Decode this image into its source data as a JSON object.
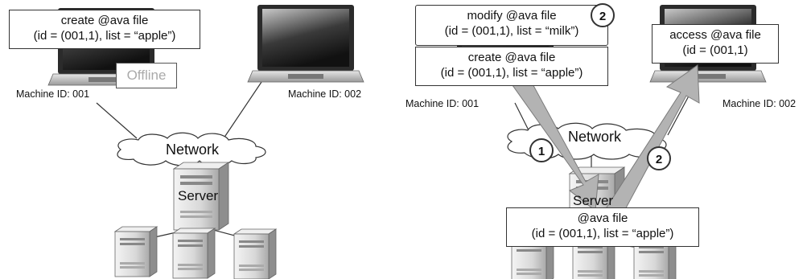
{
  "left": {
    "laptop1_box": {
      "line1": "create @ava file",
      "line2": "(id = (001,1), list = “apple”)"
    },
    "offline_label": "Offline",
    "machine1_label": "Machine ID: 001",
    "machine2_label": "Machine ID: 002",
    "network_label": "Network",
    "server_label": "Server"
  },
  "right": {
    "modify_box": {
      "line1": "modify @ava file",
      "line2": "(id = (001,1), list = “milk”)"
    },
    "modify_badge": "2",
    "create_box": {
      "line1": "create @ava file",
      "line2": "(id = (001,1), list = “apple”)"
    },
    "access_box": {
      "line1": "access @ava file",
      "line2": "(id = (001,1)"
    },
    "machine1_label": "Machine ID: 001",
    "machine2_label": "Machine ID: 002",
    "network_label": "Network",
    "server_label": "Server",
    "arrow1_badge": "1",
    "arrow2_badge": "2",
    "server_file_box": {
      "line1": "@ava file",
      "line2": "(id = (001,1), list = “apple”)"
    }
  },
  "colors": {
    "arrow": "#b3b3b3",
    "arrow_stroke": "#777777",
    "line": "#333333"
  }
}
